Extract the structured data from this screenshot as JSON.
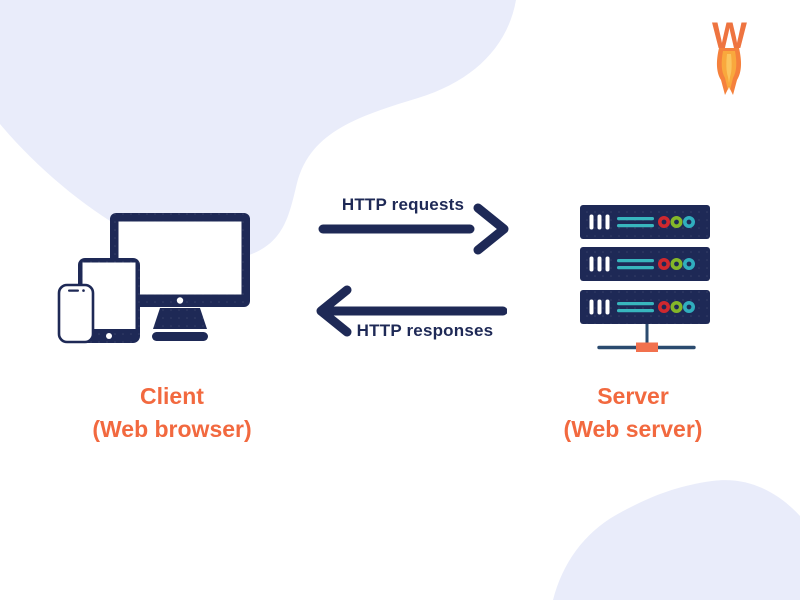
{
  "logo": {
    "letter": "W",
    "icon": "wp-rocket-logo-icon"
  },
  "diagram": {
    "client": {
      "title": "Client",
      "subtitle": "(Web browser)",
      "icon": "client-devices-icon"
    },
    "server": {
      "title": "Server",
      "subtitle": "(Web server)",
      "icon": "server-rack-icon"
    },
    "arrows": {
      "request_label": "HTTP requests",
      "response_label": "HTTP responses"
    }
  },
  "colors": {
    "navy": "#1E2956",
    "orange_text": "#F2693F",
    "logo_orange": "#EE7440",
    "flame_inner": "#F9A83D",
    "lavender_blob": "#E9ECFA",
    "teal_line": "#38B6BE",
    "led_red": "#D0282E",
    "led_green": "#84B729",
    "led_cyan": "#30AEBE",
    "connector_slate": "#2B4B6F",
    "connector_orange": "#F2714E"
  }
}
